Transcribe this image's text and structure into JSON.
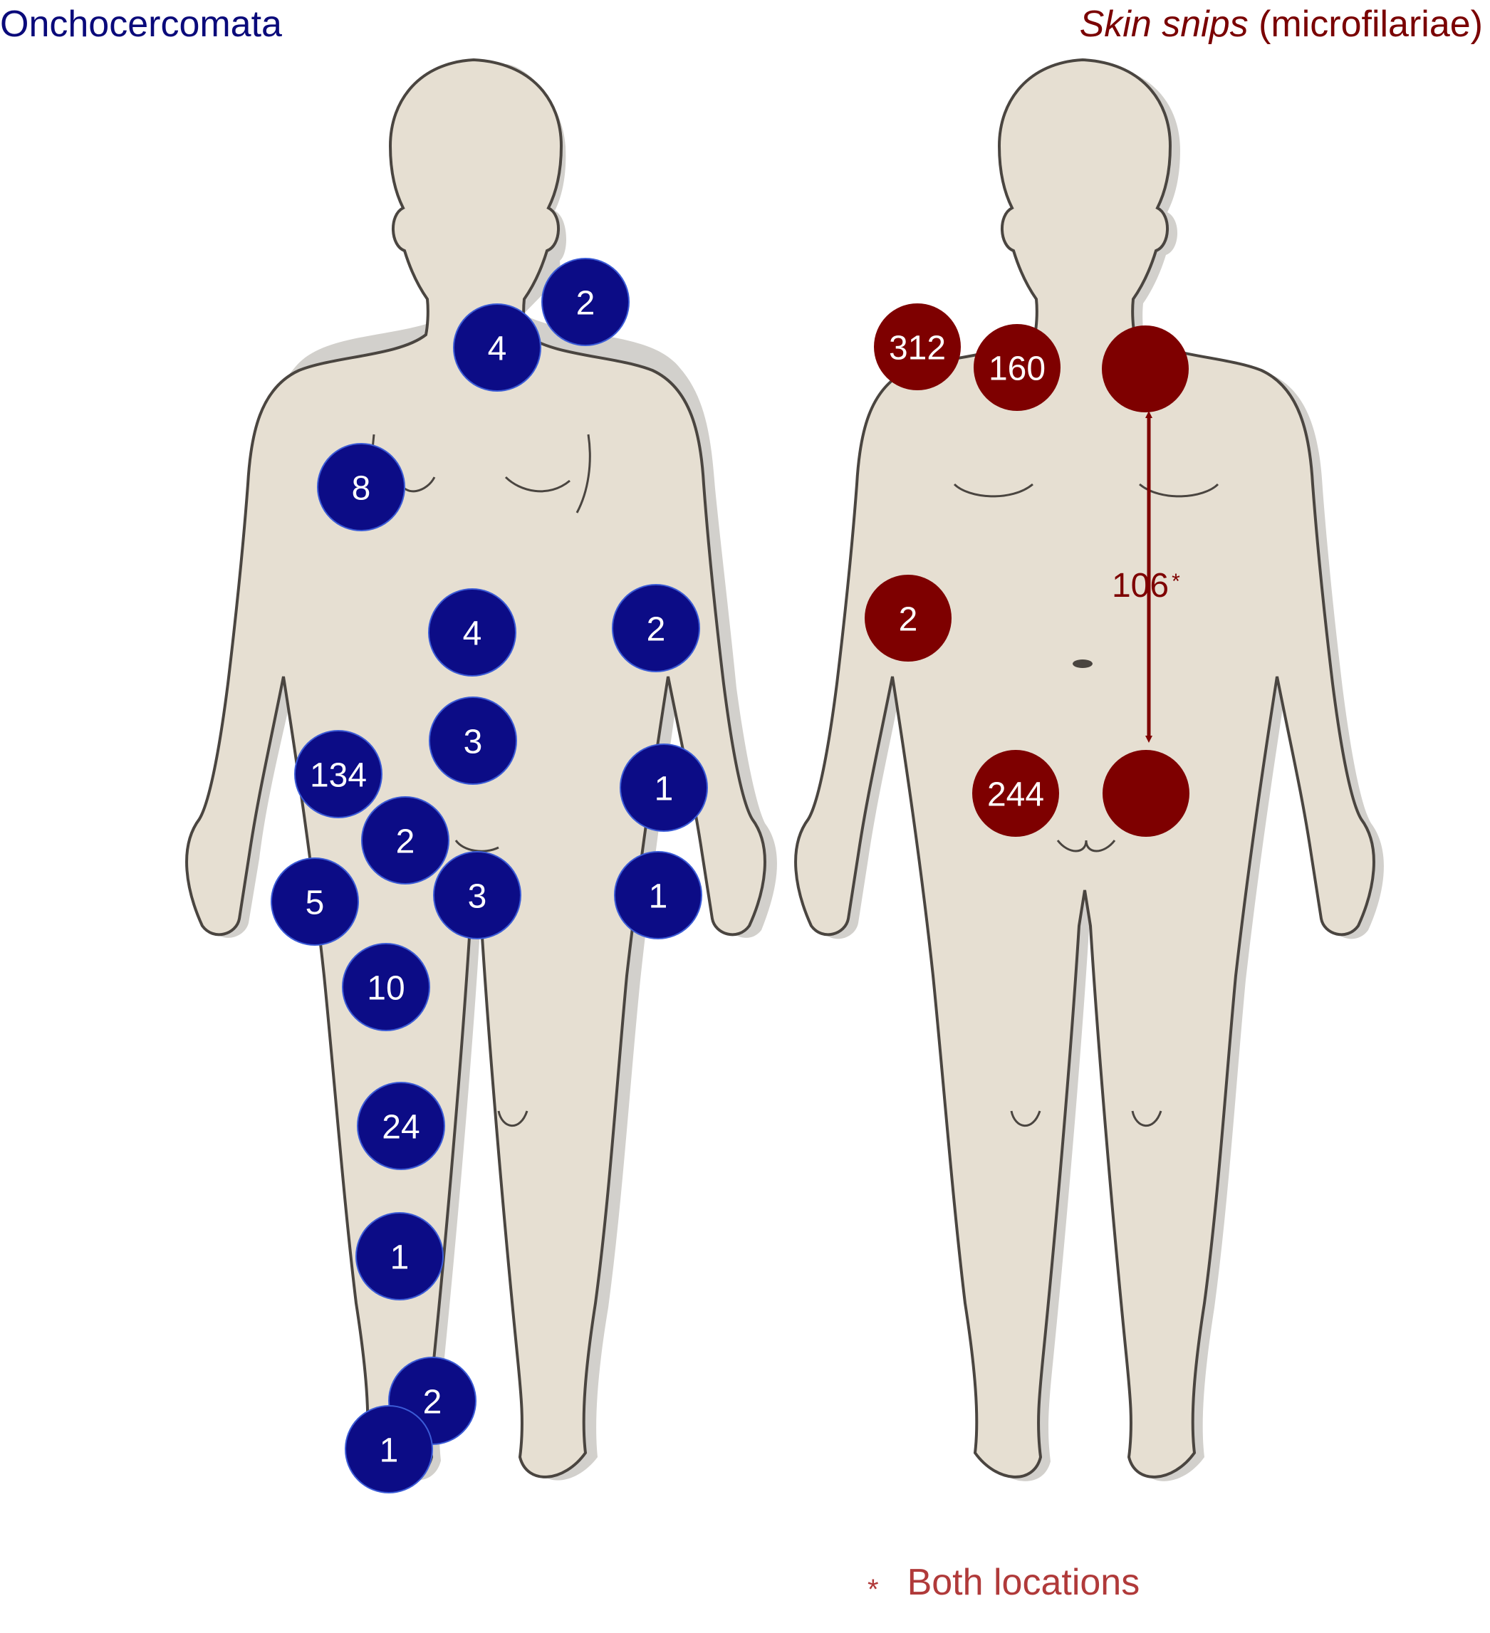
{
  "header": {
    "left_title": "Onchocercomata",
    "right_title_italic": "Skin snips",
    "right_title_rest": " (microfilariae)"
  },
  "colors": {
    "nodule": "#0c0c86",
    "nodule_stroke": "#3b5bd6",
    "snip": "#7e0000",
    "body_fill": "#e6dfd2",
    "body_stroke": "#4a4540",
    "footnote": "#b03a3a"
  },
  "nodules": [
    {
      "label": "2"
    },
    {
      "label": "4"
    },
    {
      "label": "8"
    },
    {
      "label": "4"
    },
    {
      "label": "2"
    },
    {
      "label": "3"
    },
    {
      "label": "134"
    },
    {
      "label": "1"
    },
    {
      "label": "2"
    },
    {
      "label": "5"
    },
    {
      "label": "3"
    },
    {
      "label": "1"
    },
    {
      "label": "10"
    },
    {
      "label": "24"
    },
    {
      "label": "1"
    },
    {
      "label": "2"
    },
    {
      "label": "1"
    }
  ],
  "skin_snips": [
    {
      "label": "312"
    },
    {
      "label": "160"
    },
    {
      "label": ""
    },
    {
      "label": "2"
    },
    {
      "label": "244"
    },
    {
      "label": ""
    }
  ],
  "both_locations_value": "106",
  "both_locations_marker": "*",
  "footnote": {
    "symbol": "*",
    "text": "Both locations"
  }
}
